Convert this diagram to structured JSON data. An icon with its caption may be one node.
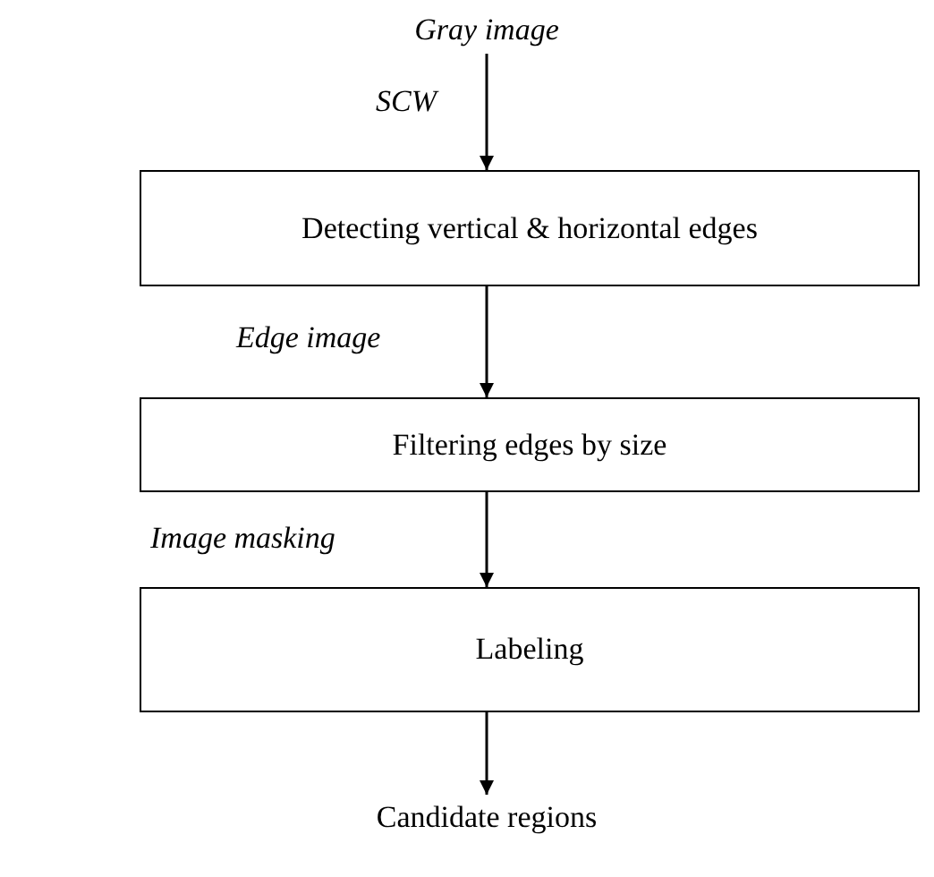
{
  "diagram": {
    "nodes": [
      {
        "text": [
          "Gray image"
        ]
      },
      {
        "text": [
          "Detecting vertical & horizontal edges"
        ]
      },
      {
        "text": [
          "Filtering edges by size"
        ]
      },
      {
        "text": [
          "Labeling"
        ]
      },
      {
        "text": [
          "Candidate regions"
        ]
      }
    ],
    "edges": [
      {
        "from": 0,
        "to": 1,
        "arrow": "to",
        "label": "SCW"
      },
      {
        "from": 1,
        "to": 2,
        "arrow": "to",
        "label": "Edge image"
      },
      {
        "from": 2,
        "to": 3,
        "arrow": "to",
        "label": "Image masking"
      },
      {
        "from": 3,
        "to": 4,
        "arrow": "to"
      }
    ]
  }
}
